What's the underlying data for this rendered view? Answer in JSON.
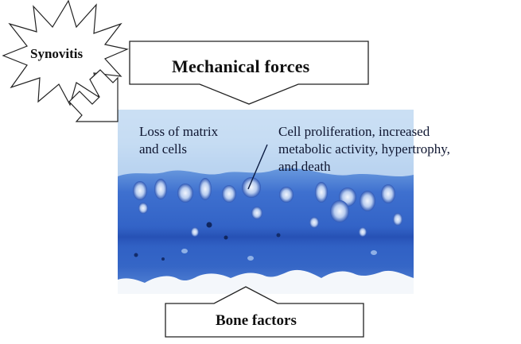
{
  "labels": {
    "synovitis": "Synovitis",
    "mechanical_forces": "Mechanical forces",
    "bone_factors": "Bone factors",
    "loss_line1": "Loss of matrix",
    "loss_line2": "and cells",
    "cell_line1": "Cell proliferation, increased",
    "cell_line2": "metabolic activity, hypertrophy,",
    "cell_line3": "and death"
  },
  "image": {
    "subject": "histology-section-of-articular-cartilage",
    "colors": {
      "top_pale": "#c5dcf2",
      "mid_blue": "#5b8fd8",
      "deep_blue": "#2b5fc0",
      "bone_white": "#f4f7fb"
    }
  }
}
